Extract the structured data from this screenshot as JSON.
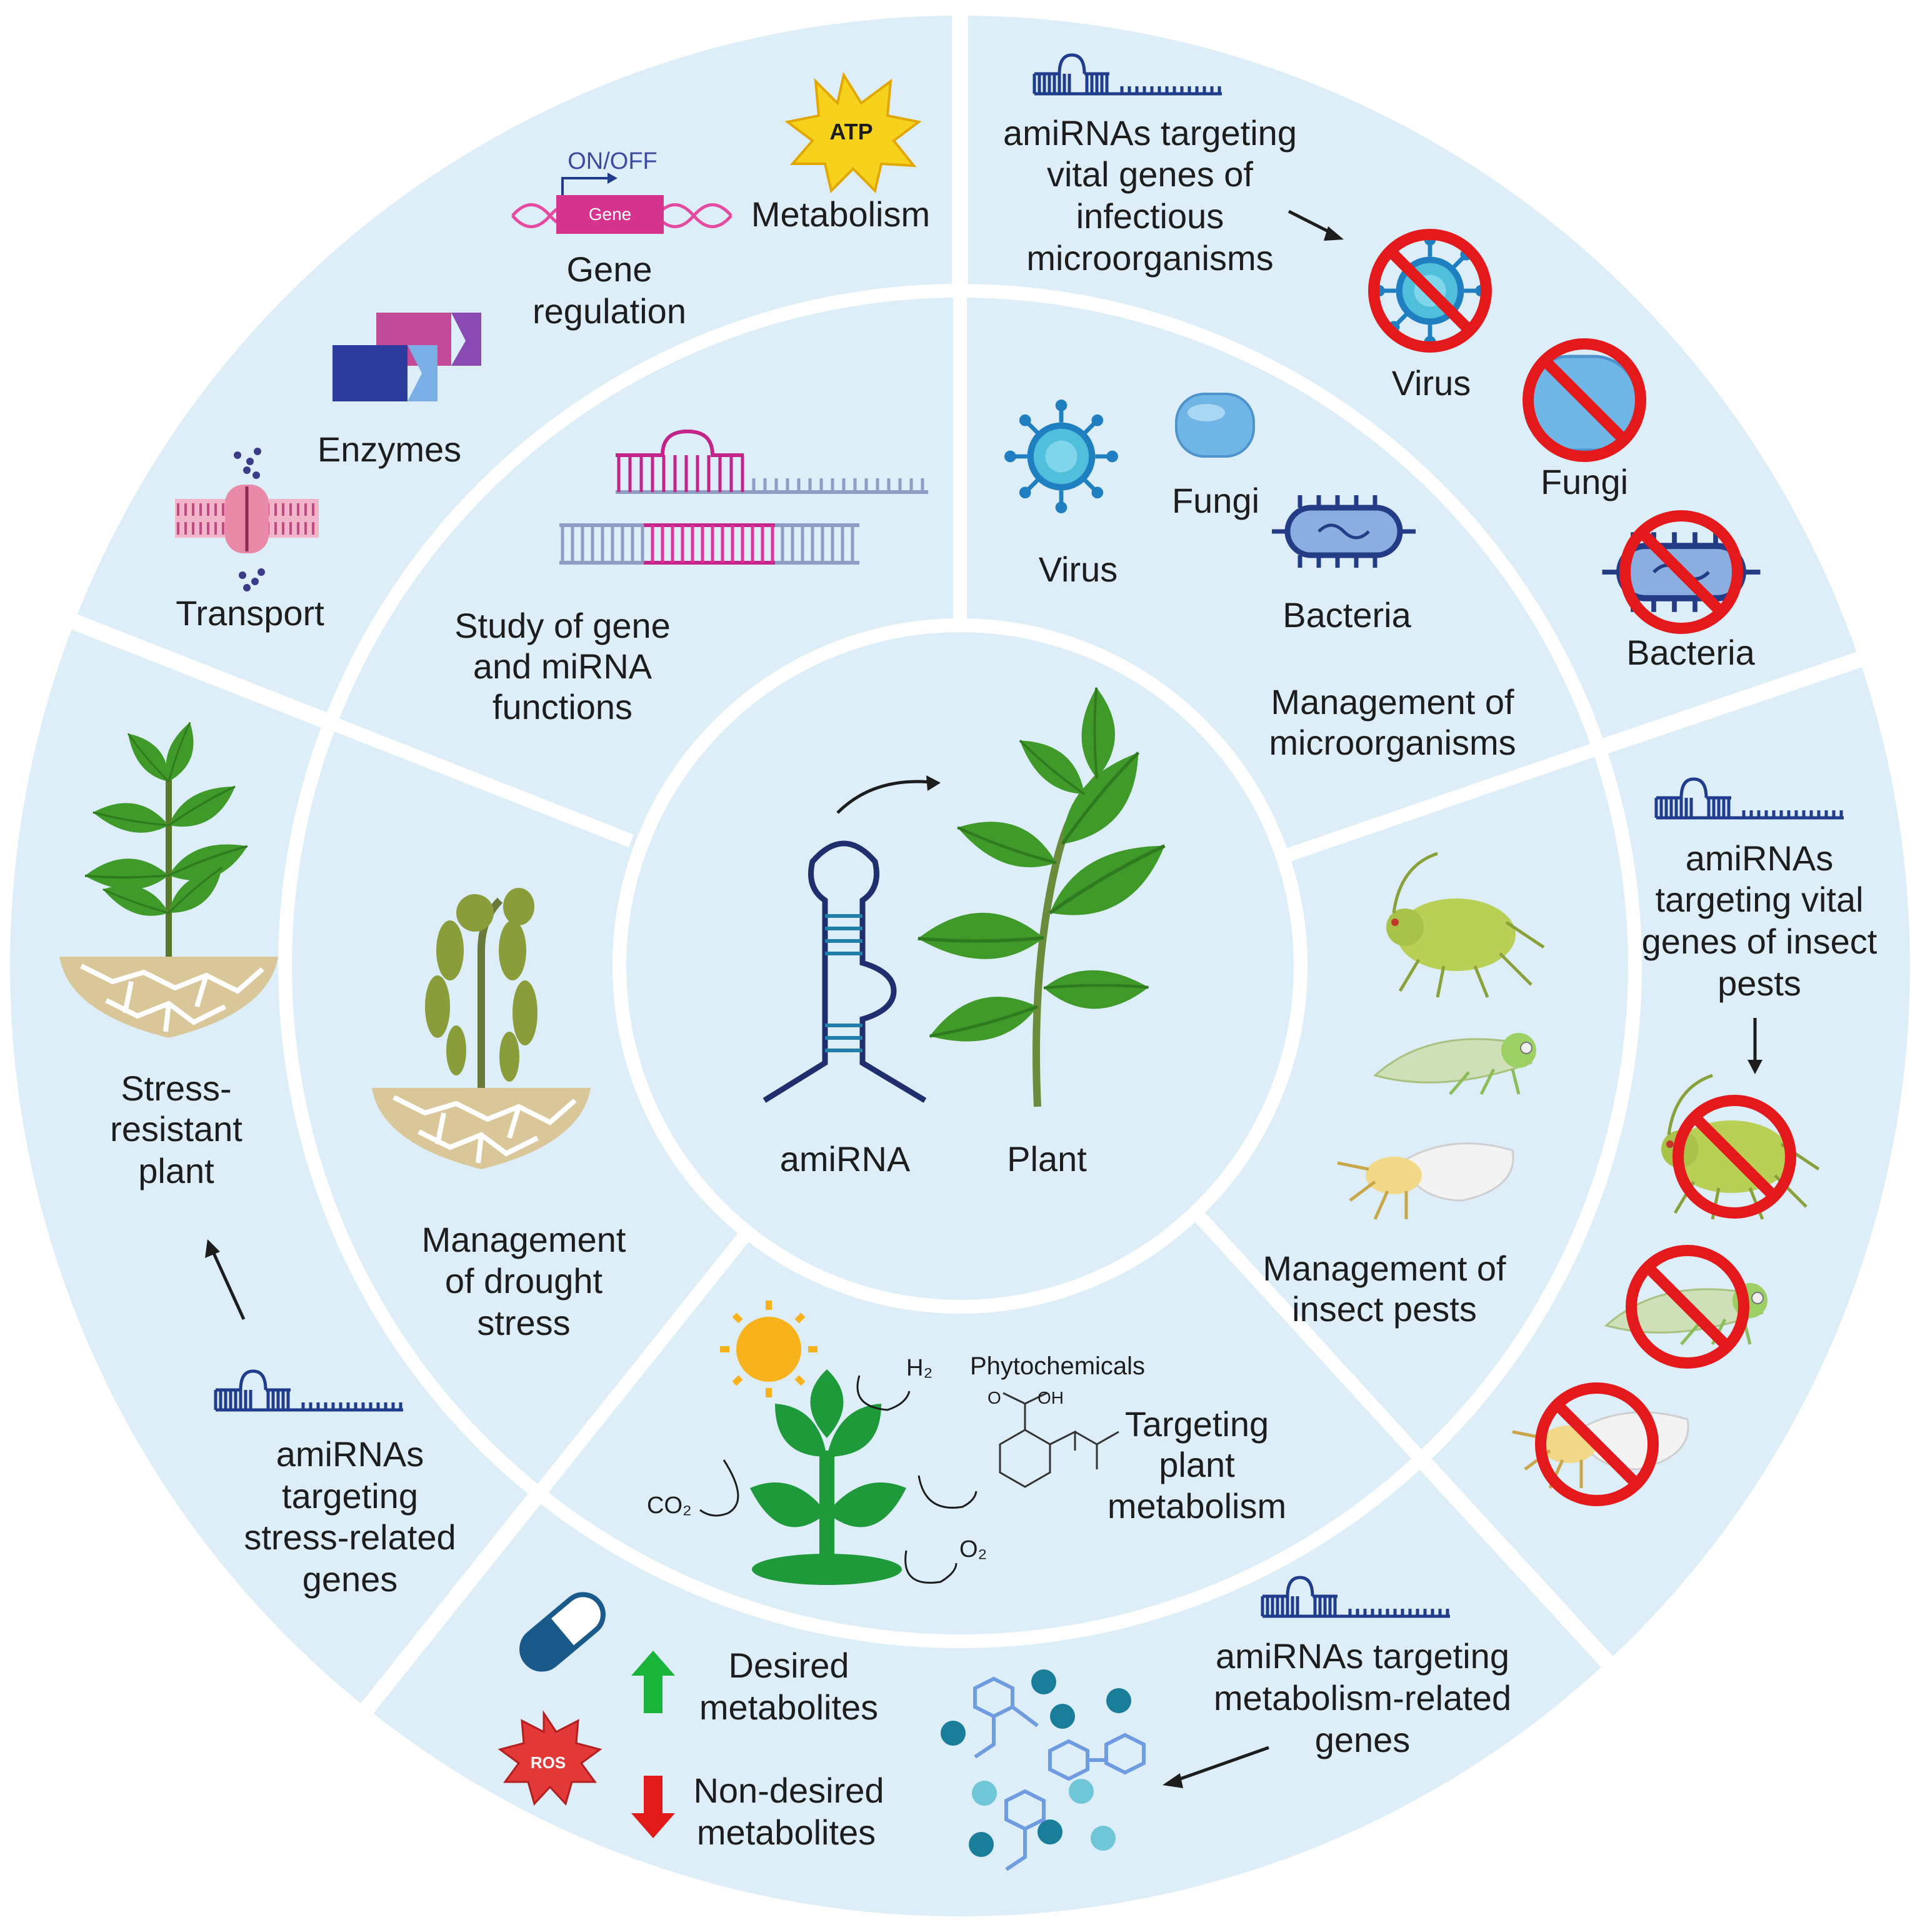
{
  "center": {
    "amirna_label": "amiRNA",
    "plant_label": "Plant"
  },
  "study": {
    "title": [
      "Study of gene",
      "and miRNA",
      "functions"
    ],
    "transport": "Transport",
    "enzymes": "Enzymes",
    "gene_regulation": [
      "Gene",
      "regulation"
    ],
    "gene_box": "Gene",
    "on_off": "ON/OFF",
    "metabolism": "Metabolism",
    "atp": "ATP"
  },
  "microorganisms": {
    "title": [
      "Management of",
      "microorganisms"
    ],
    "inner": {
      "virus": "Virus",
      "fungi": "Fungi",
      "bacteria": "Bacteria"
    },
    "outer_text": [
      "amiRNAs targeting",
      "vital genes of",
      "infectious",
      "microorganisms"
    ],
    "outer": {
      "virus": "Virus",
      "fungi": "Fungi",
      "bacteria": "Bacteria"
    }
  },
  "insects": {
    "title": [
      "Management of",
      "insect pests"
    ],
    "outer_text": [
      "amiRNAs",
      "targeting vital",
      "genes of insect",
      "pests"
    ]
  },
  "metabolism": {
    "title": [
      "Targeting",
      "plant",
      "metabolism"
    ],
    "phytochemicals": "Phytochemicals",
    "h2": "H₂",
    "co2": "CO₂",
    "o2": "O₂",
    "oh": "OH",
    "o": "O",
    "outer_text": [
      "amiRNAs targeting",
      "metabolism-related",
      "genes"
    ],
    "desired": [
      "Desired",
      "metabolites"
    ],
    "non_desired": [
      "Non-desired",
      "metabolites"
    ],
    "ros": "ROS"
  },
  "drought": {
    "title": [
      "Management",
      "of drought",
      "stress"
    ],
    "outer_text": [
      "amiRNAs",
      "targeting",
      "stress-related",
      "genes"
    ],
    "resistant": [
      "Stress-",
      "resistant",
      "plant"
    ]
  },
  "colors": {
    "panel": "#ddeef9",
    "divider": "#ffffff",
    "rna": "#1f3d8c",
    "leaf": "#3f9a2a",
    "no_sign": "#e3191c",
    "virus": "#1f7fc0",
    "arrow_up": "#1ab43a",
    "arrow_down": "#e31a1a"
  }
}
